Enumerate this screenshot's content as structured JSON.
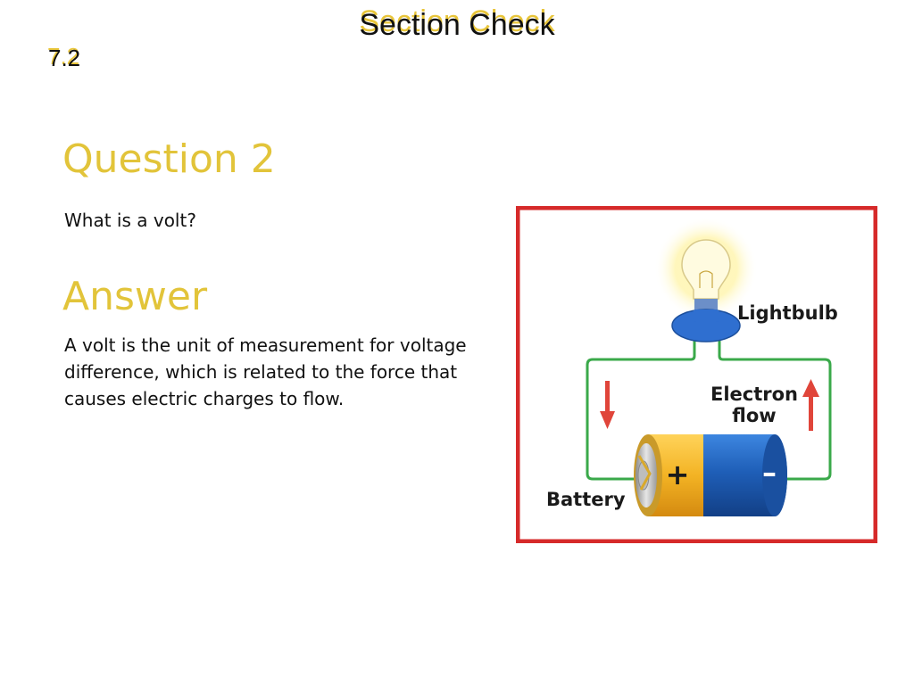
{
  "header": {
    "title": "Section Check",
    "section_number": "7.2"
  },
  "question": {
    "heading": "Question 2",
    "text": "What is a volt?"
  },
  "answer": {
    "heading": "Answer",
    "text": "A volt is the unit of measurement for voltage difference, which is related to the force that causes electric charges to flow."
  },
  "diagram": {
    "label_lightbulb": "Lightbulb",
    "label_electron_line1": "Electron",
    "label_electron_line2": "flow",
    "label_battery": "Battery",
    "sign_plus": "+",
    "sign_minus": "–",
    "colors": {
      "frame": "#d62a2a",
      "wire": "#3aa94a",
      "arrow": "#e0453a",
      "battery_gold": "#f3b324",
      "battery_blue": "#1f5fb8",
      "bulb_base": "#2f6fd0"
    }
  }
}
